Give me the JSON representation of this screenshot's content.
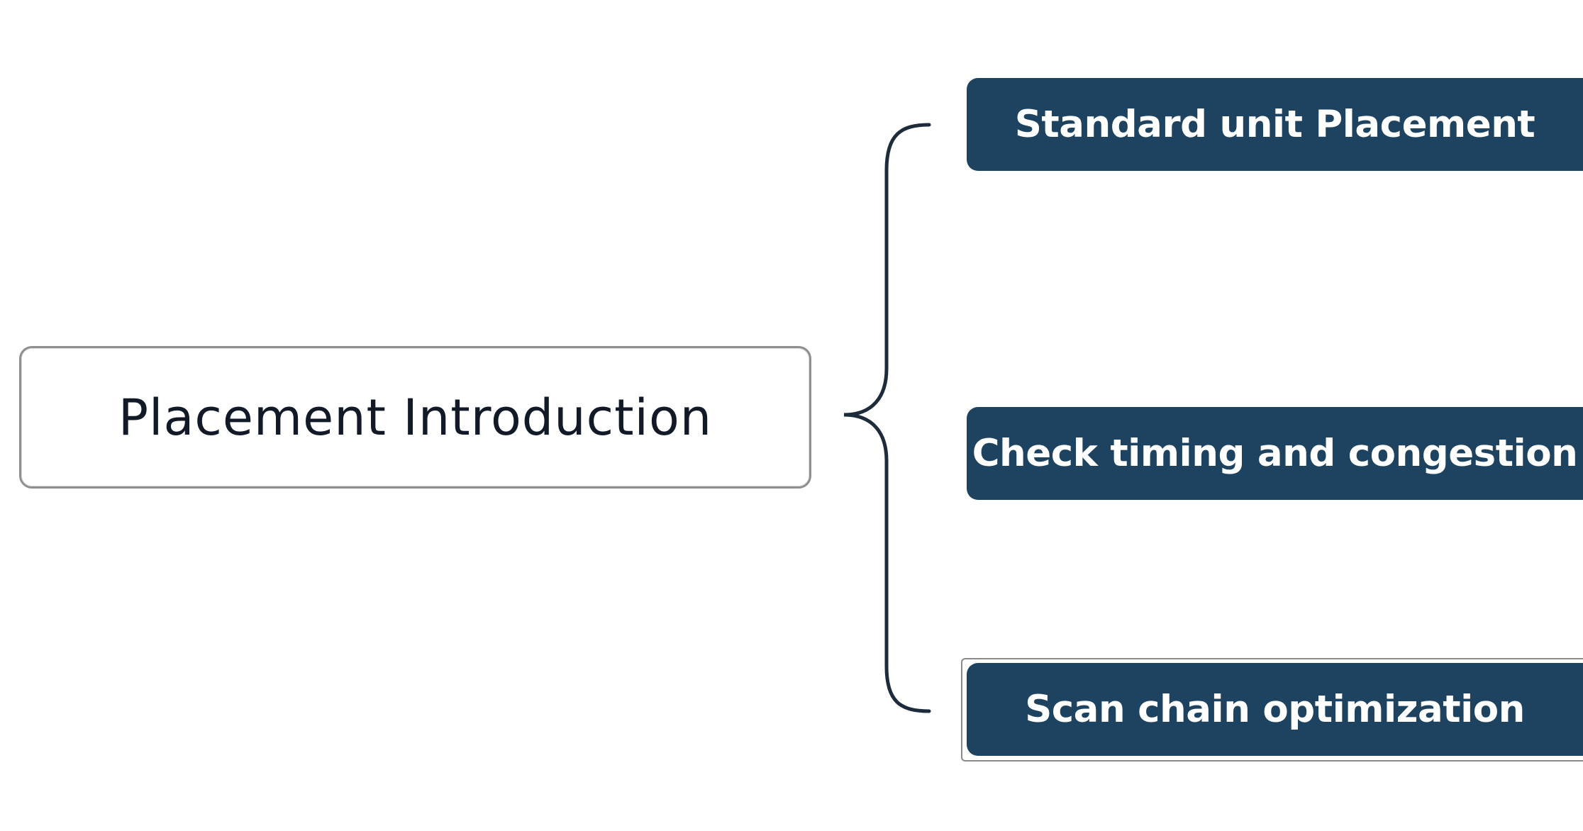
{
  "diagram": {
    "root": {
      "label": "Placement Introduction"
    },
    "children": [
      {
        "label": "Standard unit Placement"
      },
      {
        "label": "Check timing and congestion"
      },
      {
        "label": "Scan chain optimization",
        "selected": true
      }
    ],
    "colors": {
      "child_fill": "#1d4360",
      "child_text": "#ffffff",
      "root_border": "#8f8f8f",
      "root_text": "#111a26",
      "brace": "#1d2b3a"
    }
  }
}
